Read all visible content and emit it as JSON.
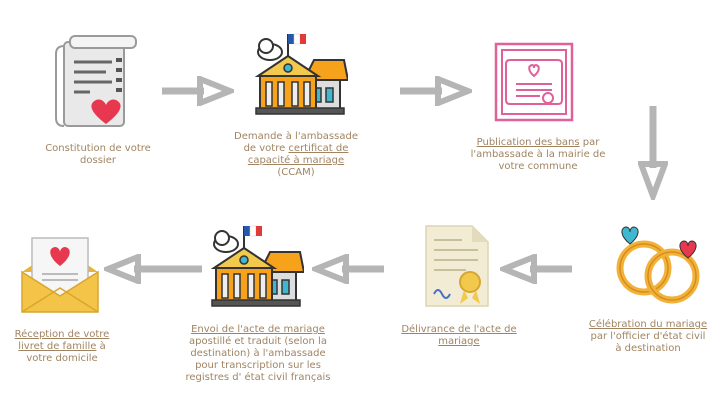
{
  "steps": [
    {
      "id": "dossier",
      "icon": "document-heart-icon",
      "caption": {
        "pre": "Constitution de votre dossier",
        "link": "",
        "post": ""
      }
    },
    {
      "id": "ccam",
      "icon": "embassy-icon",
      "caption": {
        "pre": "Demande à l'ambassade de votre ",
        "link": "certificat de capacité à mariage",
        "post": " (CCAM)"
      }
    },
    {
      "id": "bans",
      "icon": "certificate-heart-icon",
      "caption": {
        "pre": "",
        "link": "Publication des bans",
        "post": " par l'ambassade à la mairie de votre commune"
      }
    },
    {
      "id": "celebration",
      "icon": "wedding-rings-icon",
      "caption": {
        "pre": "",
        "link": "Célébration du mariage",
        "post": " par l'officier d'état civil à destination"
      }
    },
    {
      "id": "delivrance",
      "icon": "marriage-certificate-icon",
      "caption": {
        "pre": "",
        "link": "Délivrance de l'acte de mariage",
        "post": ""
      }
    },
    {
      "id": "envoi",
      "icon": "embassy-icon",
      "caption": {
        "pre": "",
        "link": "Envoi de l'acte de mariage",
        "post": " apostillé et traduit (selon la destination) à l'ambassade pour transcription sur les registres d' état civil français"
      }
    },
    {
      "id": "reception",
      "icon": "envelope-heart-icon",
      "caption": {
        "pre": "",
        "link": "Réception de votre livret de famille",
        "post": " à votre domicile"
      }
    }
  ],
  "colors": {
    "caption": "#a08462",
    "arrow": "#b5b5b5",
    "embassy_roof": "#f7a21b",
    "embassy_wall": "#f2c94c",
    "heart": "#e8384f",
    "pink": "#e0609a",
    "teal": "#3fb7d0"
  }
}
